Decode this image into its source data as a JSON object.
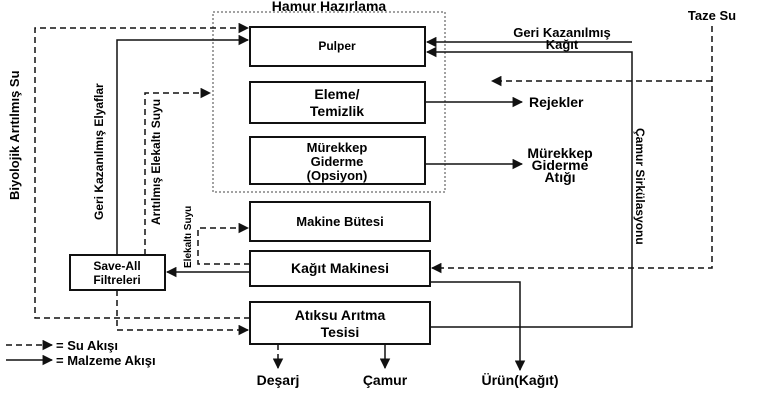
{
  "group_title": "Hamur Hazırlama",
  "boxes": {
    "pulper": "Pulper",
    "eleme": [
      "Eleme/",
      "Temizlik"
    ],
    "murekkep": [
      "Mürekkep",
      "Giderme",
      "(Opsiyon)"
    ],
    "makine_butesi": "Makine Bütesi",
    "kagit_makinesi": "Kağıt Makinesi",
    "save_all": [
      "Save-All",
      "Filtreleri"
    ],
    "atiksu": [
      "Atıksu Arıtma",
      "Tesisi"
    ]
  },
  "labels": {
    "taze_su": "Taze Su",
    "geri_kazanilmis_kagit": [
      "Geri Kazanılmış",
      "Kağıt"
    ],
    "rejekler": "Rejekler",
    "murekkep_giderme_atigi": [
      "Mürekkep",
      "Giderme",
      "Atığı"
    ],
    "biyolojik_aritilmis_su": "Biyolojik Arıtılmış Su",
    "geri_kazanilmis_elyaflar": "Geri Kazanılmış Elyaflar",
    "aritilmis_elekalti_suyu": "Arıtılmış Elekaltı Suyu",
    "elekalti_suyu": "Elekaltı Suyu",
    "camur_sirkulasyonu": "Çamur Sirkülasyonu",
    "desarj": "Deşarj",
    "camur": "Çamur",
    "urun": "Ürün(Kağıt)"
  },
  "legend": {
    "su_akisi": "= Su Akışı",
    "malzeme_akisi": "= Malzeme Akışı"
  }
}
